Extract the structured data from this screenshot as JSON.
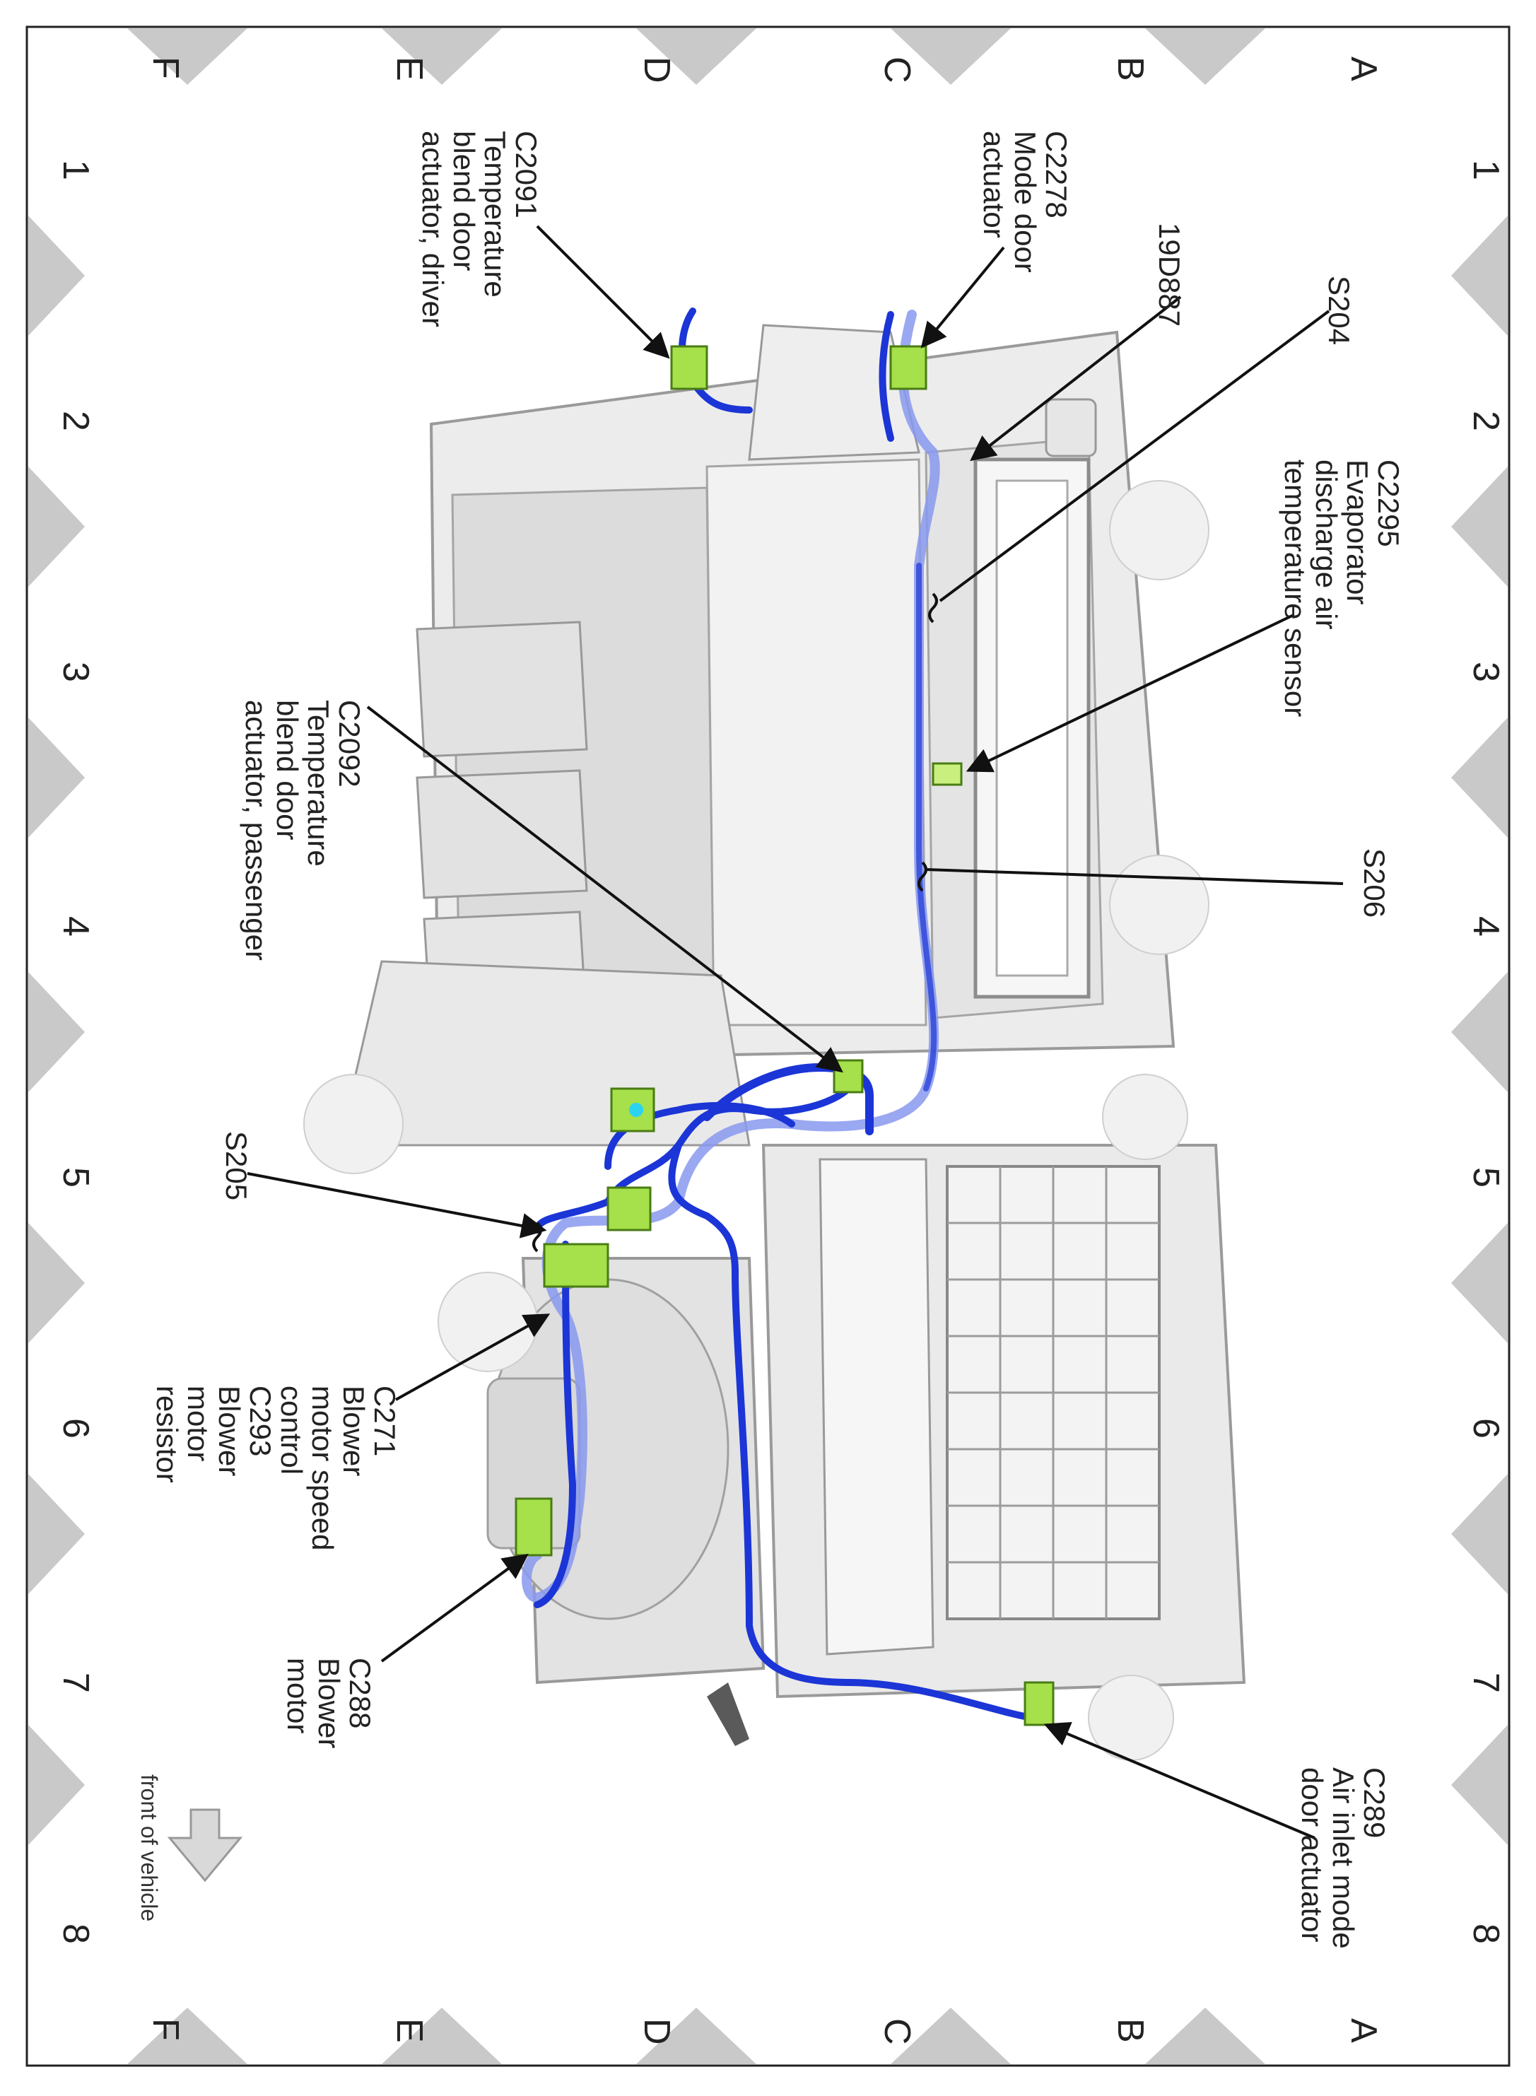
{
  "grid": {
    "rows_top": [
      "A",
      "B",
      "C",
      "D",
      "E",
      "F"
    ],
    "rows_bottom": [
      "A",
      "B",
      "C",
      "D",
      "E",
      "F"
    ],
    "cols_left": [
      "1",
      "2",
      "3",
      "4",
      "5",
      "6",
      "7",
      "8"
    ],
    "cols_right": [
      "1",
      "2",
      "3",
      "4",
      "5",
      "6",
      "7",
      "8"
    ]
  },
  "callouts": {
    "c2091": [
      "C2091",
      "Temperature",
      "blend door",
      "actuator, driver"
    ],
    "c2278": [
      "C2278",
      "Mode door",
      "actuator"
    ],
    "d19887": [
      "19D887"
    ],
    "s204": [
      "S204"
    ],
    "c2295": [
      "C2295",
      "Evaporator",
      "discharge air",
      "temperature sensor"
    ],
    "c2092": [
      "C2092",
      "Temperature",
      "blend door",
      "actuator, passenger"
    ],
    "s206": [
      "S206"
    ],
    "s205": [
      "S205"
    ],
    "c271": [
      "C271",
      "Blower",
      "motor speed",
      "control",
      "C293",
      "Blower",
      "motor",
      "resistor"
    ],
    "c288": [
      "C288",
      "Blower",
      "motor"
    ],
    "c289": [
      "C289",
      "Air inlet mode",
      "door actuator"
    ]
  },
  "front_label": "front of vehicle",
  "colors": {
    "harness": "#1b35d6",
    "harness_light": "#8899ee",
    "connector": "#a6e04a",
    "housing": "#e8e8e8",
    "housing_edge": "#9a9a9a",
    "marker": "#c9c9c9"
  }
}
